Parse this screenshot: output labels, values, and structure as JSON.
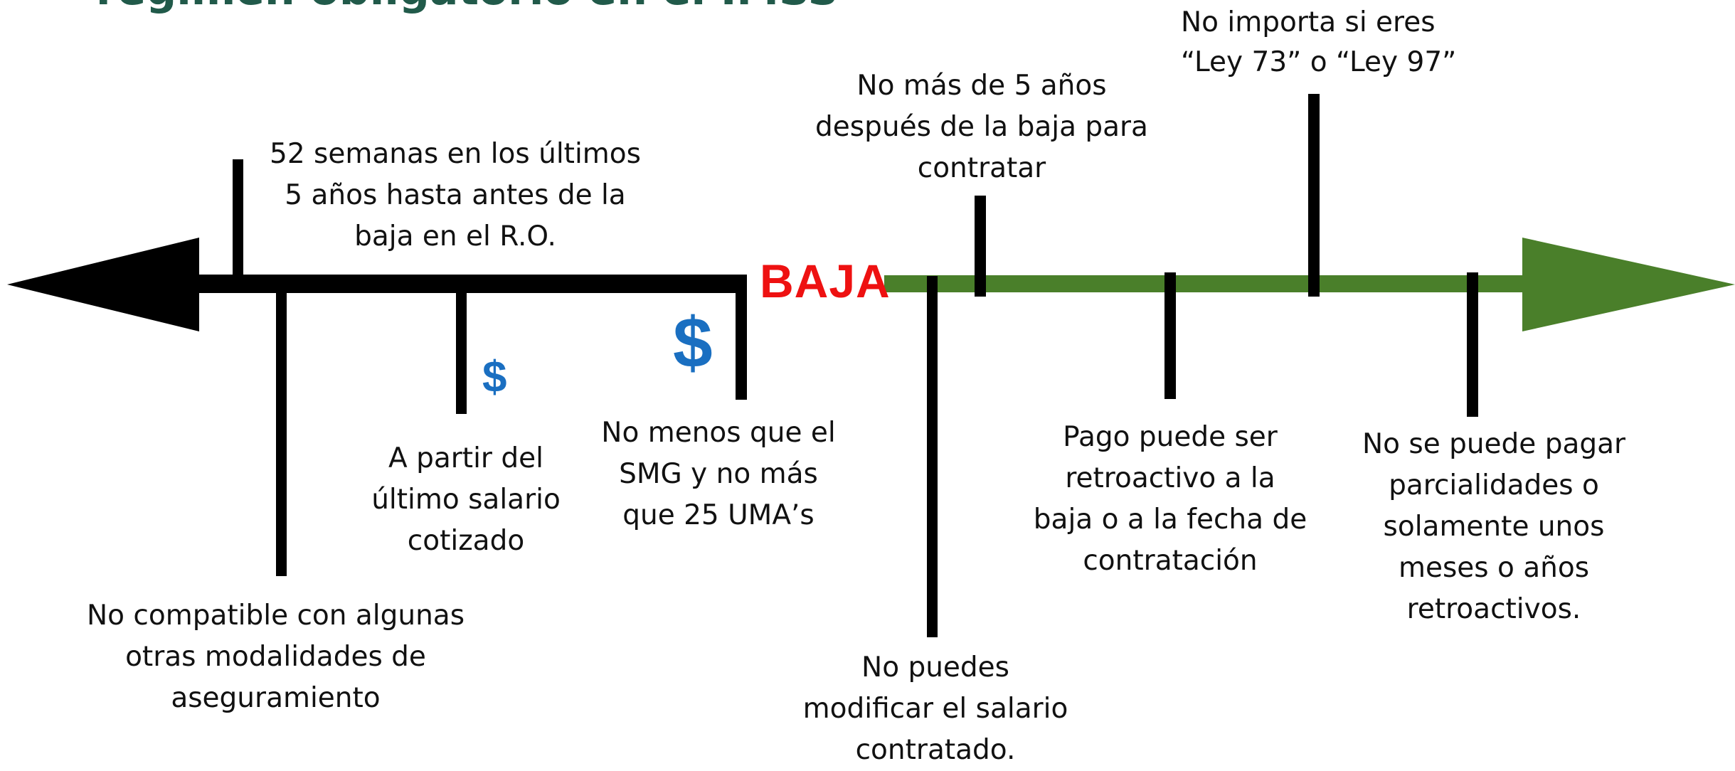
{
  "title": "régimen obligatorio en el IMSS",
  "center_label": "BAJA",
  "dollar_symbol": "$",
  "colors": {
    "before_arrow": "#000000",
    "after_arrow": "#4a7f2a",
    "center_label": "#ee1111",
    "dollar": "#1a6fc1",
    "title": "#215a4a"
  },
  "notes": {
    "weeks": "52 semanas en los últimos 5 años hasta antes de la baja en el R.O.",
    "not_compatible": "No compatible con algunas otras modalidades de aseguramiento",
    "last_salary": "A partir del último salario cotizado",
    "salary_range": "No menos que el SMG y no más que 25 UMA’s",
    "five_years": "No más de 5 años después de la baja para contratar",
    "ley": "No importa si eres “Ley 73” o “Ley 97”",
    "no_modify": "No puedes modificar el salario contratado.",
    "retroactive": "Pago puede ser retroactivo a la baja o a la fecha de contratación",
    "no_partial": "No se puede pagar parcialidades o solamente unos meses o años retroactivos."
  }
}
